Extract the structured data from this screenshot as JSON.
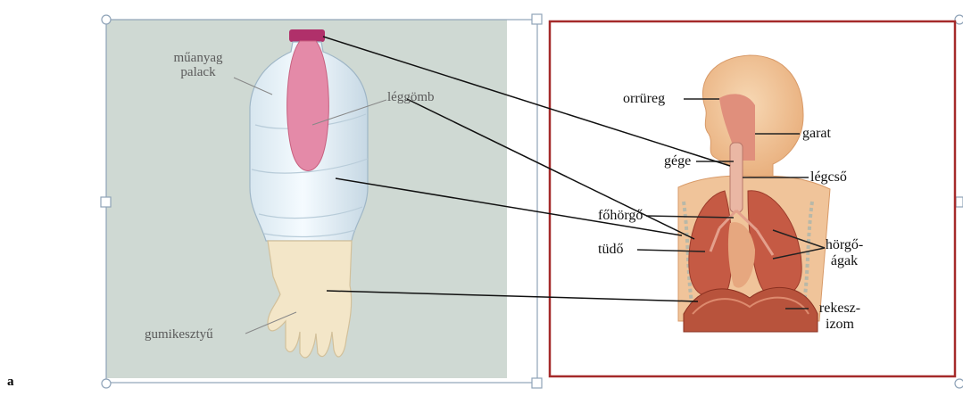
{
  "left_panel": {
    "labels": {
      "bottle": "műanyag\npalack",
      "balloon": "léggömb",
      "glove": "gumikesztyű"
    }
  },
  "right_panel": {
    "labels": {
      "nasal_cavity": "orrüreg",
      "pharynx": "garat",
      "larynx": "gége",
      "trachea": "légcső",
      "main_bronchus": "főhörgő",
      "lung": "tüdő",
      "bronchi": "hörgő-\nágak",
      "diaphragm": "rekesz-\nizom"
    }
  },
  "corner_letter": "a",
  "colors": {
    "left_bg": "#cfd9d3",
    "frame_border": "#a52a2a",
    "selection_border": "#8fa3b8",
    "handle": "#8fa3b8",
    "balloon": "#e48aa8",
    "bottle_cap": "#b0306a",
    "glove": "#f3e6c8",
    "body_skin": "#f0c49a",
    "lung": "#c55a44"
  }
}
